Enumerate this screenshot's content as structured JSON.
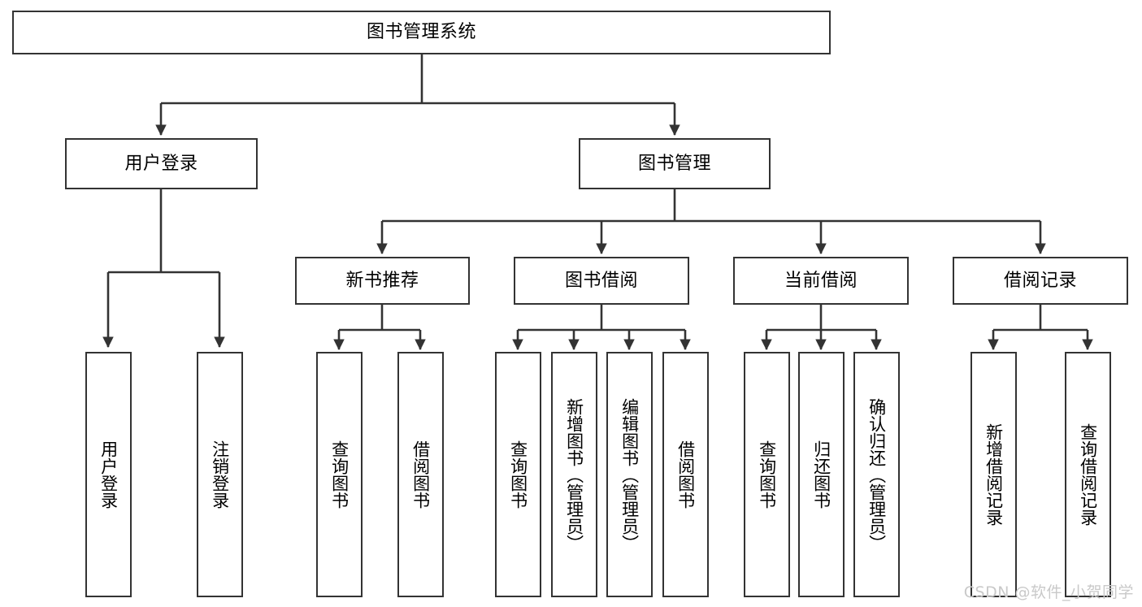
{
  "diagram": {
    "title": "图书管理系统",
    "watermark": "CSDN @软件_小贺同学",
    "stroke_color": "#333333",
    "fill_color": "#ffffff",
    "text_color": "#000000",
    "watermark_color": "#c9c9c9",
    "root": {
      "label": "图书管理系统"
    },
    "level2": [
      {
        "label": "用户登录"
      },
      {
        "label": "图书管理"
      }
    ],
    "level3": [
      {
        "label": "新书推荐"
      },
      {
        "label": "图书借阅"
      },
      {
        "label": "当前借阅"
      },
      {
        "label": "借阅记录"
      }
    ],
    "leaves": {
      "user_login": [
        {
          "label": "用户登录"
        },
        {
          "label": "注销登录"
        }
      ],
      "new_book_recommend": [
        {
          "label": "查询图书"
        },
        {
          "label": "借阅图书"
        }
      ],
      "book_borrow": [
        {
          "label": "查询图书"
        },
        {
          "label": "新增图书（管理员）"
        },
        {
          "label": "编辑图书（管理员）"
        },
        {
          "label": "借阅图书"
        }
      ],
      "current_borrow": [
        {
          "label": "查询图书"
        },
        {
          "label": "归还图书"
        },
        {
          "label": "确认归还（管理员）"
        }
      ],
      "borrow_record": [
        {
          "label": "新增借阅记录"
        },
        {
          "label": "查询借阅记录"
        }
      ]
    }
  }
}
